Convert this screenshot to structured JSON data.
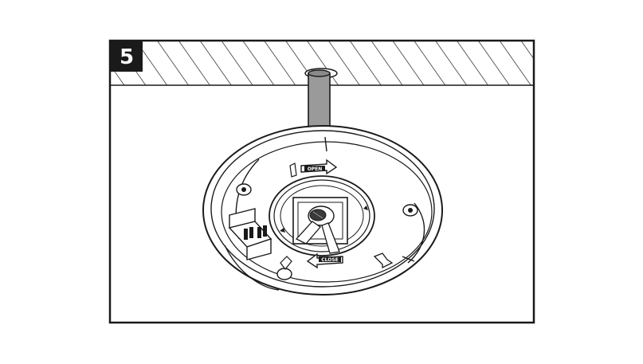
{
  "step": {
    "number": "5"
  },
  "labels": {
    "open_arrow": "OPEN",
    "close_arrow": "CLOSE"
  },
  "colors": {
    "line": "#1a1a1a",
    "hatch": "#1a1a1a",
    "cable": "#9a9a9a",
    "badge": "#1a1a1a",
    "badge_text": "#ffffff",
    "background": "#ffffff"
  },
  "icons": {
    "ceiling": "hatched-ceiling",
    "cable": "power-cable",
    "plate": "mounting-plate",
    "terminal": "terminal-block",
    "screw": "mounting-screw",
    "arrows": "rotation-arrows"
  }
}
